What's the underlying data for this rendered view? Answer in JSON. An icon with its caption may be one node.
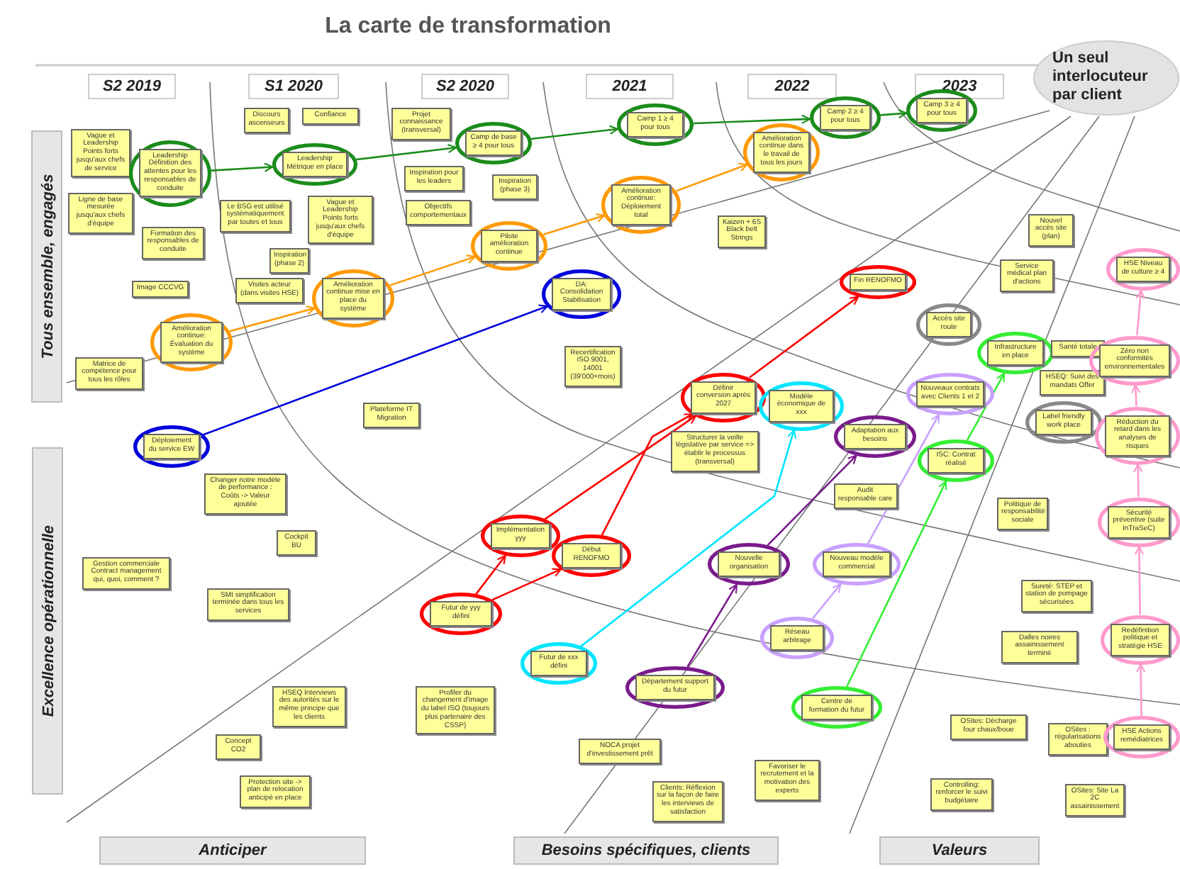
{
  "diagram": {
    "title": "La carte de transformation",
    "nodes": [
      {
        "text": [
          "Vague et Leadership Points forts jusqu'aux chefs de service"
        ]
      },
      {
        "text": [
          "Leadership Définition des attentes pour les responsables de conduite"
        ]
      },
      {
        "text": [
          "Ligne de base mesurée jusqu'aux chefs d'équipe"
        ]
      },
      {
        "text": [
          "Formation des responsables de conduite"
        ]
      },
      {
        "text": [
          "Image CCCVG"
        ]
      },
      {
        "text": [
          "Amélioration continue: Évaluation du système"
        ]
      },
      {
        "text": [
          "Matrice de compétence pour tous les rôles"
        ]
      },
      {
        "text": [
          "Discours ascenseurs"
        ]
      },
      {
        "text": [
          "Confiance"
        ]
      },
      {
        "text": [
          "Leadership Métrique en place"
        ]
      },
      {
        "text": [
          "Le BSG est utilisé systématiquement par toutes et tous"
        ]
      },
      {
        "text": [
          "Vague et Leadership Points forts jusqu'aux chefs d'équipe"
        ]
      },
      {
        "text": [
          "Inspiration (phase 2)"
        ]
      },
      {
        "text": [
          "Visites acteur (dans visites HSE)"
        ]
      },
      {
        "text": [
          "Amélioration continue mise en place du système"
        ]
      },
      {
        "text": [
          "Projet connaissance (transversal)"
        ]
      },
      {
        "text": [
          "Camp de base ≥ 4 pour tous"
        ]
      },
      {
        "text": [
          "Inspiration pour les leaders"
        ]
      },
      {
        "text": [
          "Objectifs comportementaux"
        ]
      },
      {
        "text": [
          "Inspiration (phase 3)"
        ]
      },
      {
        "text": [
          "Pilote amélioration continue"
        ]
      },
      {
        "text": [
          "DA: Consolidation Stabilisation"
        ]
      },
      {
        "text": [
          "Recertification ISO 9001, 14001 (39'000+mois)"
        ]
      },
      {
        "text": [
          "Camp 1 ≥ 4 pour tous"
        ]
      },
      {
        "text": [
          "Amélioration continue: Déploiement total"
        ]
      },
      {
        "text": [
          "Kaizen + 6S Black belt Strings"
        ]
      },
      {
        "text": [
          "Amélioration continue dans le travail de tous les jours"
        ]
      },
      {
        "text": [
          "Camp 2 ≥ 4 pour tous"
        ]
      },
      {
        "text": [
          "Camp 3 ≥ 4 pour tous"
        ]
      },
      {
        "text": [
          "Plateforme IT Migration"
        ]
      },
      {
        "text": [
          "Déploiement du service EW"
        ]
      },
      {
        "text": [
          "Changer notre modèle de performance : Coûts -> Valeur ajoutée"
        ]
      },
      {
        "text": [
          "Cockpit BU"
        ]
      },
      {
        "text": [
          "Gestion commerciale Contract management qui, quoi, comment ?"
        ]
      },
      {
        "text": [
          "SMI simplification terminée dans tous les services"
        ]
      },
      {
        "text": [
          "HSEQ Interviews des autorités sur le même principe que les clients"
        ]
      },
      {
        "text": [
          "Concept CO2"
        ]
      },
      {
        "text": [
          "Protection site -> plan de relocation anticipé en place"
        ]
      },
      {
        "text": [
          "Profiler du changement d'image du label ISO (toujours plus partenaire des CSSP)"
        ]
      },
      {
        "text": [
          "Futur de yyy défini"
        ]
      },
      {
        "text": [
          "Implémentation yyy"
        ]
      },
      {
        "text": [
          "Début RENOFMO"
        ]
      },
      {
        "text": [
          "Futur de xxx défini"
        ]
      },
      {
        "text": [
          "NOCA projet d'investissement prêt"
        ]
      },
      {
        "text": [
          "Clients: Réflexion sur la façon de faire les interviews de satisfaction"
        ]
      },
      {
        "text": [
          "Département support du futur"
        ]
      },
      {
        "text": [
          "Définir conversion après 2027"
        ]
      },
      {
        "text": [
          "Structurer la veille législative par service => établir le processus (transversal)"
        ]
      },
      {
        "text": [
          "Modèle économique de xxx"
        ]
      },
      {
        "text": [
          "Fin RENOFMO"
        ]
      },
      {
        "text": [
          "Adaptation aux besoins"
        ]
      },
      {
        "text": [
          "Audit responsable care"
        ]
      },
      {
        "text": [
          "Nouvelle organisation"
        ]
      },
      {
        "text": [
          "Nouveau modèle commercial"
        ]
      },
      {
        "text": [
          "Réseau arbitrage"
        ]
      },
      {
        "text": [
          "Favoriser le recrutement et la motivation des experts"
        ]
      },
      {
        "text": [
          "Centre de formation du futur"
        ]
      },
      {
        "text": [
          "Accès site route"
        ]
      },
      {
        "text": [
          "Infrastructure en place"
        ]
      },
      {
        "text": [
          "Nouveaux contrats avec Clients 1 et 2"
        ]
      },
      {
        "text": [
          "ISC: Contrat réalisé"
        ]
      },
      {
        "text": [
          "Nouvel accès site (plan)"
        ]
      },
      {
        "text": [
          "Service médical plan d'actions"
        ]
      },
      {
        "text": [
          "Santé totale"
        ]
      },
      {
        "text": [
          "HSEQ: Suivi des mandats Offer"
        ]
      },
      {
        "text": [
          "Label friendly work place"
        ]
      },
      {
        "text": [
          "Politique de responsabilité sociale"
        ]
      },
      {
        "text": [
          "Sureté: STEP et station de pompage sécurisées"
        ]
      },
      {
        "text": [
          "Dalles noires assainissement terminé"
        ]
      },
      {
        "text": [
          "OSites: Décharge four chaux/boue"
        ]
      },
      {
        "text": [
          "OSites : régularisations abouties"
        ]
      },
      {
        "text": [
          "Controlling: renforcer le suivi budgétaire"
        ]
      },
      {
        "text": [
          "OSites: Site La 2C assainissement"
        ]
      },
      {
        "text": [
          "HSE Niveau de culture ≥ 4"
        ]
      },
      {
        "text": [
          "Zéro non conformités environnementales"
        ]
      },
      {
        "text": [
          "Réduction du retard dans les analyses de risques"
        ]
      },
      {
        "text": [
          "Sécurité préventive (suite InTraSeC)"
        ]
      },
      {
        "text": [
          "Redéfinition politique et stratégie HSE"
        ]
      },
      {
        "text": [
          "HSE Actions remédiatrices"
        ]
      },
      {
        "text": [
          "Un seul interlocuteur par client"
        ]
      }
    ],
    "edges": [
      {
        "from": 1,
        "to": 9,
        "arrow": "to",
        "color": "#1a8c1a"
      },
      {
        "from": 9,
        "to": 16,
        "arrow": "to",
        "color": "#1a8c1a"
      },
      {
        "from": 16,
        "to": 23,
        "arrow": "to",
        "color": "#1a8c1a"
      },
      {
        "from": 23,
        "to": 27,
        "arrow": "to",
        "color": "#1a8c1a"
      },
      {
        "from": 27,
        "to": 28,
        "arrow": "to",
        "color": "#1a8c1a"
      },
      {
        "from": 5,
        "to": 14,
        "arrow": "to",
        "color": "#ff9900"
      },
      {
        "from": 14,
        "to": 20,
        "arrow": "to",
        "color": "#ff9900"
      },
      {
        "from": 20,
        "to": 24,
        "arrow": "to",
        "color": "#ff9900"
      },
      {
        "from": 24,
        "to": 26,
        "arrow": "to",
        "color": "#ff9900"
      },
      {
        "from": 30,
        "to": 21,
        "arrow": "to",
        "color": "#0000dd"
      },
      {
        "from": 39,
        "to": 40,
        "arrow": "to",
        "color": "#ff0000"
      },
      {
        "from": 39,
        "to": 41,
        "arrow": "to",
        "color": "#ff0000"
      },
      {
        "from": 40,
        "to": 46,
        "arrow": "to",
        "color": "#ff0000"
      },
      {
        "from": 41,
        "to": 46,
        "arrow": "to",
        "color": "#ff0000"
      },
      {
        "from": 46,
        "to": 49,
        "arrow": "to",
        "color": "#ff0000"
      },
      {
        "from": 42,
        "to": 48,
        "arrow": "to",
        "color": "#00e5ff"
      },
      {
        "from": 45,
        "to": 52,
        "arrow": "to",
        "color": "#7a1a8c"
      },
      {
        "from": 52,
        "to": 50,
        "arrow": "to",
        "color": "#7a1a8c"
      },
      {
        "from": 54,
        "to": 53,
        "arrow": "to",
        "color": "#c9a0ff"
      },
      {
        "from": 53,
        "to": 59,
        "arrow": "to",
        "color": "#c9a0ff"
      },
      {
        "from": 56,
        "to": 60,
        "arrow": "to",
        "color": "#33ee33"
      },
      {
        "from": 60,
        "to": 58,
        "arrow": "to",
        "color": "#33ee33"
      },
      {
        "from": 78,
        "to": 77,
        "arrow": "to",
        "color": "#ff99cc"
      },
      {
        "from": 77,
        "to": 76,
        "arrow": "to",
        "color": "#ff99cc"
      },
      {
        "from": 76,
        "to": 75,
        "arrow": "to",
        "color": "#ff99cc"
      },
      {
        "from": 75,
        "to": 74,
        "arrow": "to",
        "color": "#ff99cc"
      },
      {
        "from": 74,
        "to": 73,
        "arrow": "to",
        "color": "#ff99cc"
      }
    ],
    "labels": [
      "S2 2019",
      "S1 2020",
      "S2 2020",
      "2021",
      "2022",
      "2023",
      "Tous ensemble, engagés",
      "Excellence opérationnelle",
      "Anticiper",
      "Besoins spécifiques, clients",
      "Valeurs"
    ]
  }
}
